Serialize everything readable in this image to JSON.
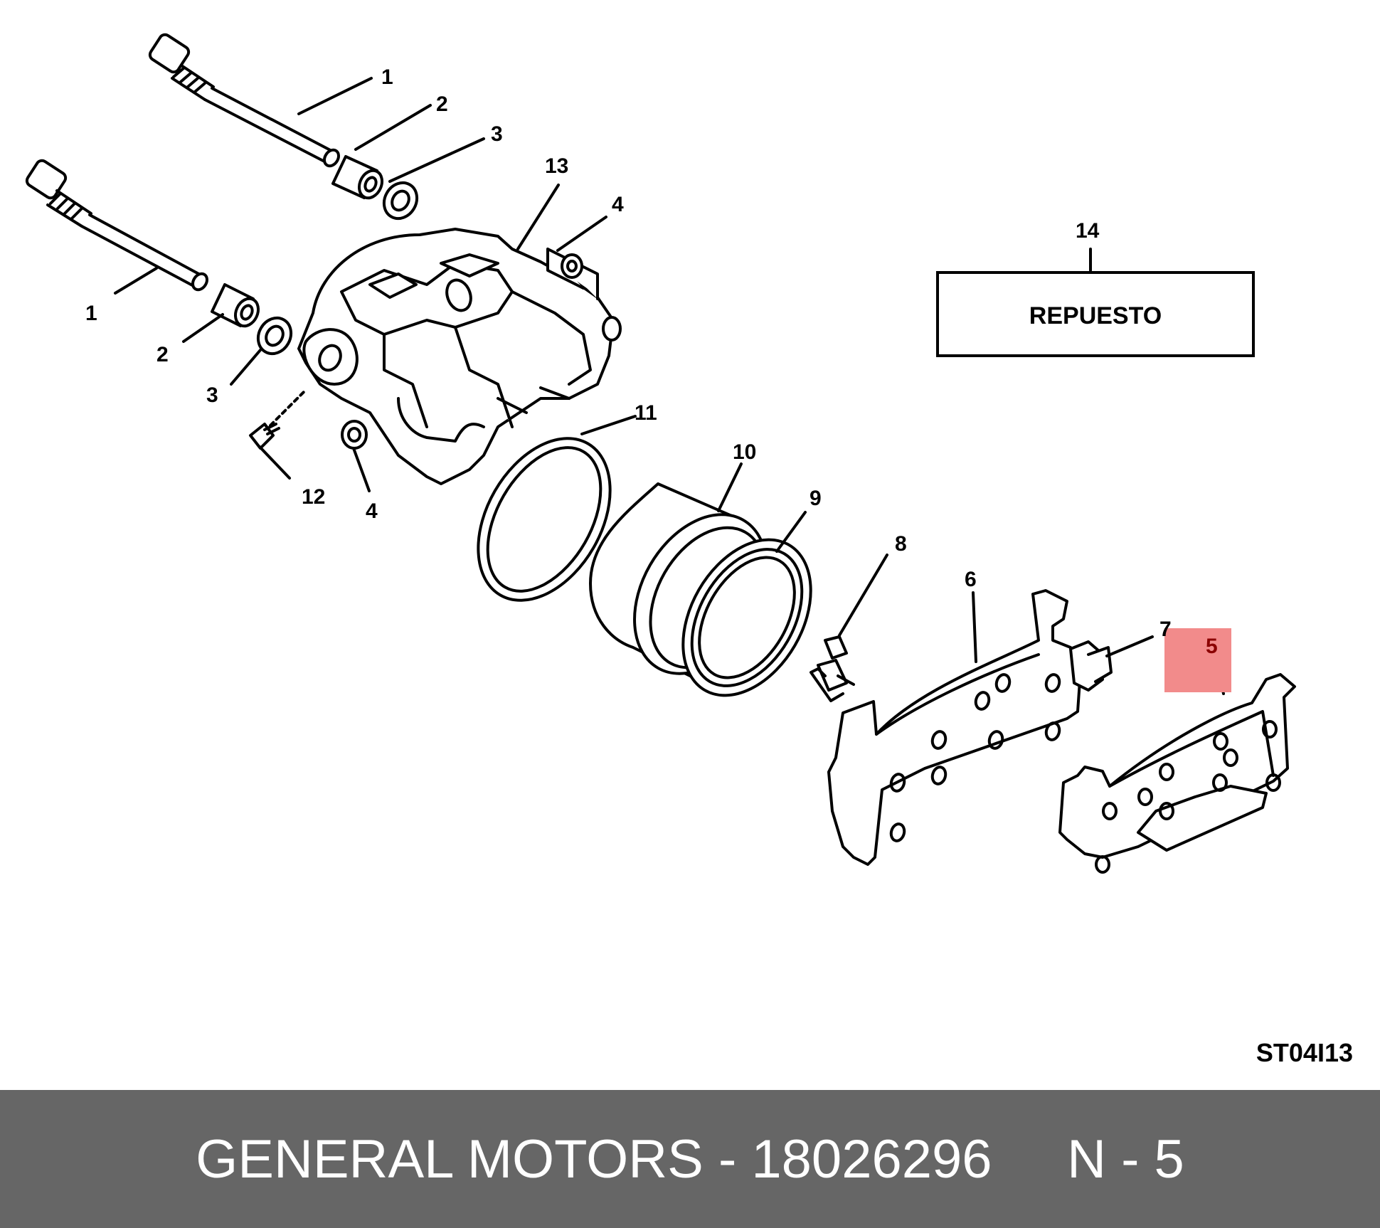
{
  "callouts": {
    "c1a": "1",
    "c1b": "1",
    "c2a": "2",
    "c2b": "2",
    "c3a": "3",
    "c3b": "3",
    "c4a": "4",
    "c4b": "4",
    "c5": "5",
    "c6": "6",
    "c7": "7",
    "c8": "8",
    "c9": "9",
    "c10": "10",
    "c11": "11",
    "c12": "12",
    "c13": "13",
    "c14": "14"
  },
  "spare_box_label": "REPUESTO",
  "drawing_code": "ST04I13",
  "highlight_color": "#f28b8b",
  "footer": {
    "text": "GENERAL MOTORS - 18026296     N - 5",
    "background": "#666666"
  }
}
